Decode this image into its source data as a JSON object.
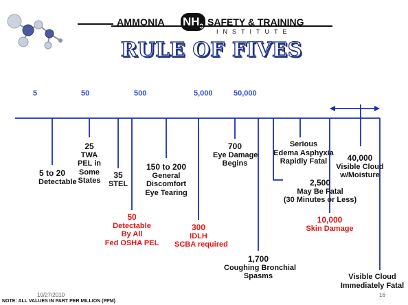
{
  "header": {
    "org_left": "AMMONIA",
    "badge_main": "NH",
    "badge_sub": "3",
    "org_right": "SAFETY & TRAINING",
    "org_sub": "INSTITUTE",
    "title": "RULE OF FIVES"
  },
  "scale": [
    "5",
    "50",
    "500",
    "5,000",
    "50,000"
  ],
  "labels": [
    {
      "key": "detectable",
      "lines": [
        "5 to 20",
        "Detectable"
      ],
      "color": "dark"
    },
    {
      "key": "twa",
      "lines": [
        "25",
        "TWA",
        "PEL in",
        "Some",
        "States"
      ],
      "color": "dark"
    },
    {
      "key": "stel",
      "lines": [
        "35",
        "STEL"
      ],
      "color": "dark"
    },
    {
      "key": "detectable-50",
      "lines": [
        "50",
        "Detectable",
        "By All",
        "Fed OSHA PEL"
      ],
      "color": "red"
    },
    {
      "key": "general-discomfort",
      "lines": [
        "150 to 200",
        "General",
        "Discomfort",
        "Eye Tearing"
      ],
      "color": "dark"
    },
    {
      "key": "idlh",
      "lines": [
        "300",
        "IDLH",
        "SCBA required"
      ],
      "color": "red"
    },
    {
      "key": "eye-damage",
      "lines": [
        "700",
        "Eye Damage",
        "Begins"
      ],
      "color": "dark"
    },
    {
      "key": "coughing",
      "lines": [
        "1,700",
        "Coughing Bronchial",
        "Spasms"
      ],
      "color": "dark"
    },
    {
      "key": "may-be-fatal",
      "lines": [
        "2,500",
        "May Be Fatal",
        "(30 Minutes or Less)"
      ],
      "color": "dark"
    },
    {
      "key": "serious",
      "lines": [
        "Serious",
        "Edema Asphyxia",
        "Rapidly Fatal"
      ],
      "color": "dark"
    },
    {
      "key": "skin-damage",
      "lines": [
        "10,000",
        "Skin Damage"
      ],
      "color": "red"
    },
    {
      "key": "visible-cloud-moisture",
      "lines": [
        "40,000",
        "Visible Cloud",
        "w/Moisture"
      ],
      "color": "dark"
    },
    {
      "key": "visible-cloud-fatal",
      "lines": [
        "Visible Cloud",
        "Immediately Fatal"
      ],
      "color": "dark"
    }
  ],
  "footer": {
    "date": "10/27/2010",
    "page": "16",
    "note": "NOTE: ALL VALUES IN PART PER MILLION (PPM)"
  },
  "colors": {
    "line": "#1c2fb0",
    "scale": "#2c4fd6",
    "red_text": "#e81010",
    "title_outline": "#1c2e80"
  }
}
